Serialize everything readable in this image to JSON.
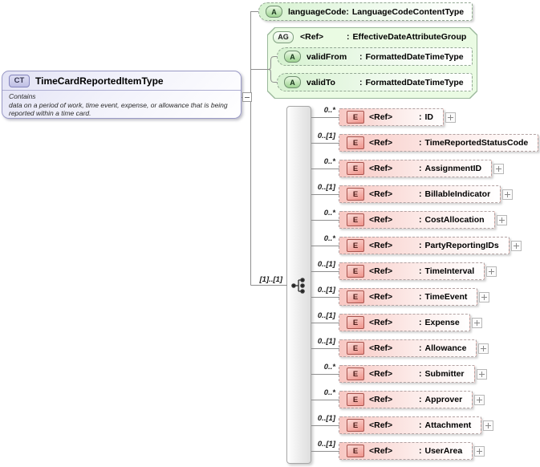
{
  "diagram": "XML schema diagram",
  "badges": {
    "complex_type": "CT",
    "attribute": "A",
    "attribute_group": "AG",
    "element": "E"
  },
  "labels": {
    "colon": ":"
  },
  "complex_type": {
    "name": "TimeCardReportedItemType",
    "annotation_heading": "Contains",
    "annotation_body": "data on a period of work, time event, expense, or allowance that is being reported within a time card."
  },
  "attributes": [
    {
      "name": "languageCode",
      "type": "LanguageCodeContentType"
    }
  ],
  "attribute_group": {
    "ref": "<Ref>",
    "type": "EffectiveDateAttributeGroup",
    "attributes": [
      {
        "name": "validFrom",
        "type": "FormattedDateTimeType"
      },
      {
        "name": "validTo",
        "type": "FormattedDateTimeType"
      }
    ]
  },
  "content_model": {
    "compositor_cardinality": "[1]..[1]"
  },
  "elements": [
    {
      "cardinality": "0..*",
      "ref": "<Ref>",
      "name": "ID"
    },
    {
      "cardinality": "0..[1]",
      "ref": "<Ref>",
      "name": "TimeReportedStatusCode"
    },
    {
      "cardinality": "0..*",
      "ref": "<Ref>",
      "name": "AssignmentID"
    },
    {
      "cardinality": "0..[1]",
      "ref": "<Ref>",
      "name": "BillableIndicator"
    },
    {
      "cardinality": "0..*",
      "ref": "<Ref>",
      "name": "CostAllocation"
    },
    {
      "cardinality": "0..*",
      "ref": "<Ref>",
      "name": "PartyReportingIDs"
    },
    {
      "cardinality": "0..[1]",
      "ref": "<Ref>",
      "name": "TimeInterval"
    },
    {
      "cardinality": "0..[1]",
      "ref": "<Ref>",
      "name": "TimeEvent"
    },
    {
      "cardinality": "0..[1]",
      "ref": "<Ref>",
      "name": "Expense"
    },
    {
      "cardinality": "0..[1]",
      "ref": "<Ref>",
      "name": "Allowance"
    },
    {
      "cardinality": "0..*",
      "ref": "<Ref>",
      "name": "Submitter"
    },
    {
      "cardinality": "0..*",
      "ref": "<Ref>",
      "name": "Approver"
    },
    {
      "cardinality": "0..[1]",
      "ref": "<Ref>",
      "name": "Attachment"
    },
    {
      "cardinality": "0..[1]",
      "ref": "<Ref>",
      "name": "UserArea"
    }
  ],
  "colors": {
    "element_fill": "#f8c8c3",
    "attribute_fill": "#d6f2d0",
    "group_fill": "#eafbe3",
    "complex_type_fill": "#e3e3f5",
    "connector": "#8f8f8f"
  }
}
